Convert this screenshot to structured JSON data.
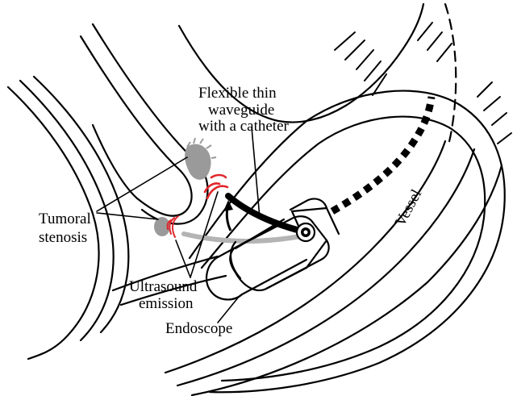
{
  "labels": {
    "waveguide_line1": "Flexible thin",
    "waveguide_line2": "waveguide",
    "waveguide_line3": "with a catheter",
    "tumoral_line1": "Tumoral",
    "tumoral_line2": "stenosis",
    "ultrasound_line1": "Ultrasound",
    "ultrasound_line2": "emission",
    "endoscope": "Endoscope",
    "vessel": "Vessel"
  },
  "colors": {
    "emission": "#e0262b",
    "tumor": "#9a9a9a",
    "waveguide_gray": "#b4b4b4",
    "outline": "#000000"
  }
}
